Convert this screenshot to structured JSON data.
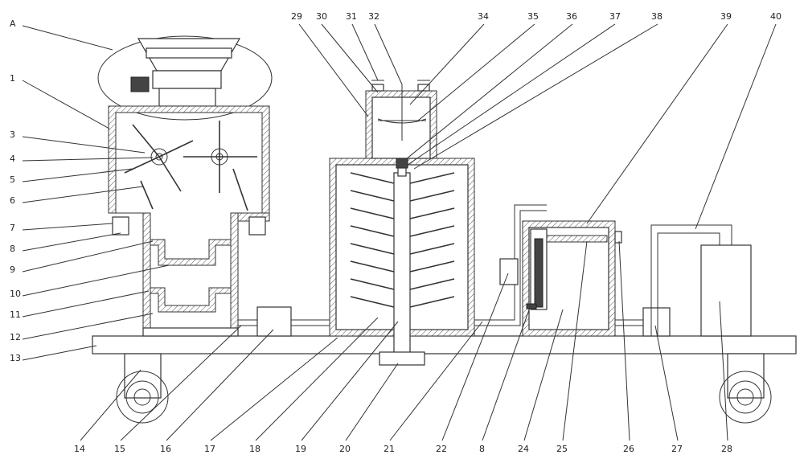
{
  "left_labels": [
    "A",
    "1",
    "3",
    "4",
    "5",
    "6",
    "7",
    "8",
    "9",
    "10",
    "11",
    "12",
    "13"
  ],
  "top_labels": [
    "29",
    "30",
    "31",
    "32",
    "34",
    "35",
    "36",
    "37",
    "38",
    "39",
    "40"
  ],
  "bottom_labels": [
    "14",
    "15",
    "16",
    "17",
    "18",
    "19",
    "20",
    "21",
    "22",
    "8",
    "24",
    "25",
    "26",
    "27",
    "28"
  ]
}
